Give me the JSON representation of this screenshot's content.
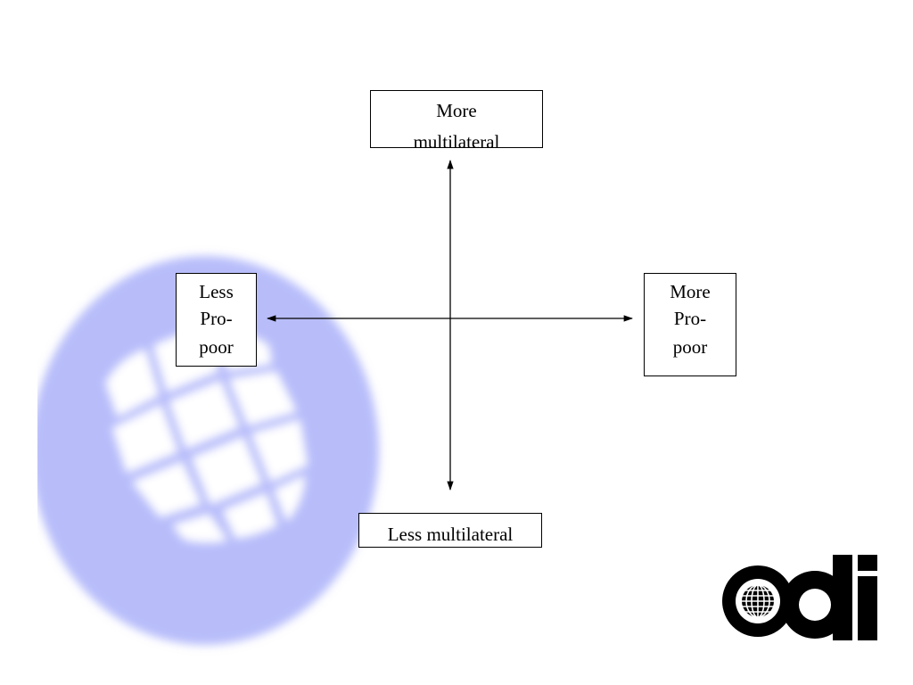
{
  "diagram": {
    "top_label": [
      "More",
      "multilateral"
    ],
    "left_label": [
      "Less",
      "Pro-",
      "poor"
    ],
    "right_label": [
      "More",
      "Pro-",
      "poor"
    ],
    "bottom_label": "Less multilateral"
  },
  "logo": {
    "text": "odi"
  },
  "colors": {
    "globe": "#b8bdfa",
    "ink": "#000000",
    "background": "#ffffff"
  }
}
